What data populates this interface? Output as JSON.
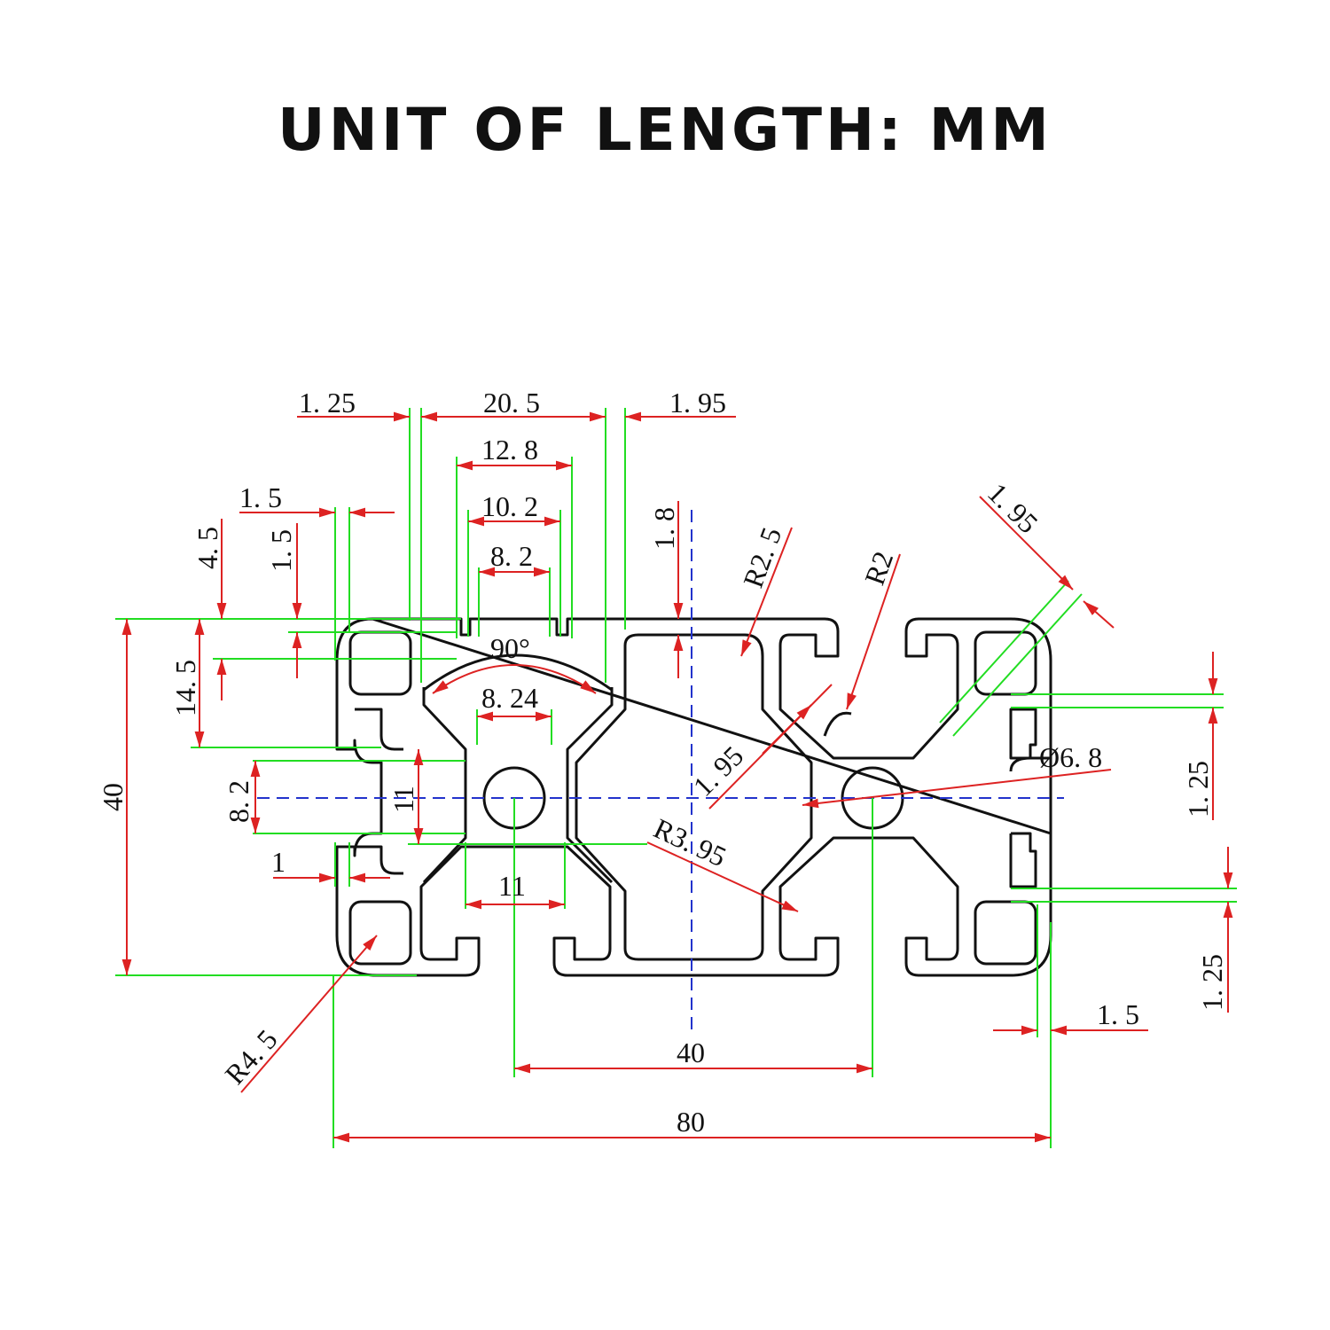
{
  "title": "UNIT OF LENGTH: MM",
  "colors": {
    "profile": "#111111",
    "extension_line": "#22dd22",
    "dimension_line": "#dd2222",
    "center_line": "#2233cc"
  },
  "dimensions": {
    "top_left_wall": "1. 25",
    "top_slot_width": "20. 5",
    "top_right_wall": "1. 95",
    "slot_12_8": "12. 8",
    "slot_10_2": "10. 2",
    "slot_8_2": "8. 2",
    "lip_1_5_horizontal": "1. 5",
    "lip_1_5_vertical": "1. 5",
    "depth_4_5": "4. 5",
    "depth_14_5": "14. 5",
    "wall_1_8": "1. 8",
    "radius_2_5": "R2. 5",
    "radius_2": "R2",
    "diag_1_95_top": "1. 95",
    "angle_90": "90°",
    "web_8_24": "8. 24",
    "diag_1_95_middle": "1. 95",
    "hole_6_8": "Ø6. 8",
    "height_40": "40",
    "side_slot_8_2": "8. 2",
    "core_11_vertical": "11",
    "right_1_25_top": "1. 25",
    "right_1_25_bottom": "1. 25",
    "radius_3_95": "R3. 95",
    "lip_1": "1",
    "core_11_horizontal": "11",
    "radius_4_5": "R4. 5",
    "bottom_right_1_5": "1. 5",
    "center_distance_40": "40",
    "width_80": "80"
  }
}
